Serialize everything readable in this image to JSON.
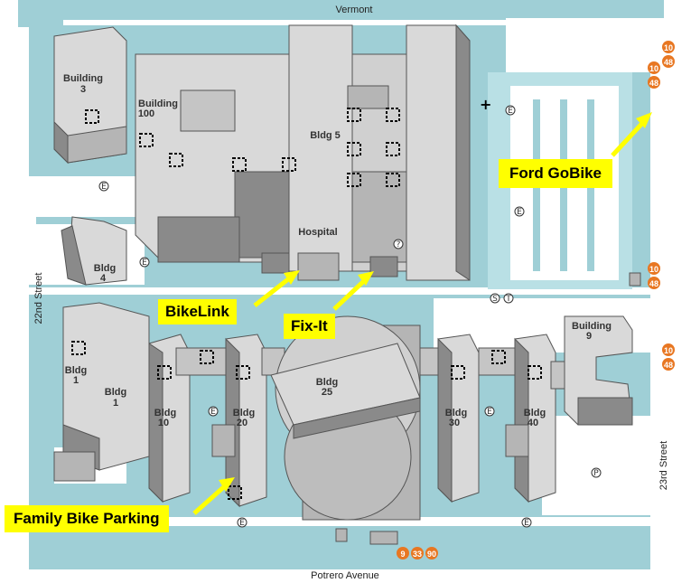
{
  "streets": {
    "north": "Vermont",
    "south": "Potrero Avenue",
    "west": "22nd Street",
    "east": "23rd Street"
  },
  "buildings": [
    {
      "id": "b3",
      "line1": "Building",
      "line2": "3"
    },
    {
      "id": "b100",
      "line1": "Building",
      "line2": "100"
    },
    {
      "id": "b5",
      "line1": "Bldg 5",
      "line2": ""
    },
    {
      "id": "hospital",
      "line1": "Hospital",
      "line2": ""
    },
    {
      "id": "b4",
      "line1": "Bldg",
      "line2": "4"
    },
    {
      "id": "b1a",
      "line1": "Bldg",
      "line2": "1"
    },
    {
      "id": "b1b",
      "line1": "Bldg",
      "line2": "1"
    },
    {
      "id": "b10",
      "line1": "Bldg",
      "line2": "10"
    },
    {
      "id": "b20",
      "line1": "Bldg",
      "line2": "20"
    },
    {
      "id": "b25",
      "line1": "Bldg",
      "line2": "25"
    },
    {
      "id": "b30",
      "line1": "Bldg",
      "line2": "30"
    },
    {
      "id": "b40",
      "line1": "Bldg",
      "line2": "40"
    },
    {
      "id": "b9",
      "line1": "Building",
      "line2": "9"
    }
  ],
  "callouts": {
    "ford_gobike": "Ford GoBike",
    "bikelink": "BikeLink",
    "fixit": "Fix-It",
    "family_parking": "Family Bike Parking"
  },
  "bus_routes": {
    "ne_top": [
      "10",
      "10",
      "48"
    ],
    "east_mid": [
      "10",
      "48"
    ],
    "east_low": [
      "10",
      "48"
    ],
    "south": [
      "9",
      "33",
      "90"
    ]
  },
  "symbols": {
    "entrance": "E",
    "parking": "P",
    "info": "?",
    "transit": "S",
    "transit2": "T",
    "emergency": "+"
  },
  "colors": {
    "street_teal": "#9fcfd6",
    "building_light": "#d9d9d9",
    "building_mid": "#b5b5b5",
    "building_dark": "#8a8a8a",
    "callout_yellow": "#ffff00",
    "bus_orange": "#e87722"
  }
}
